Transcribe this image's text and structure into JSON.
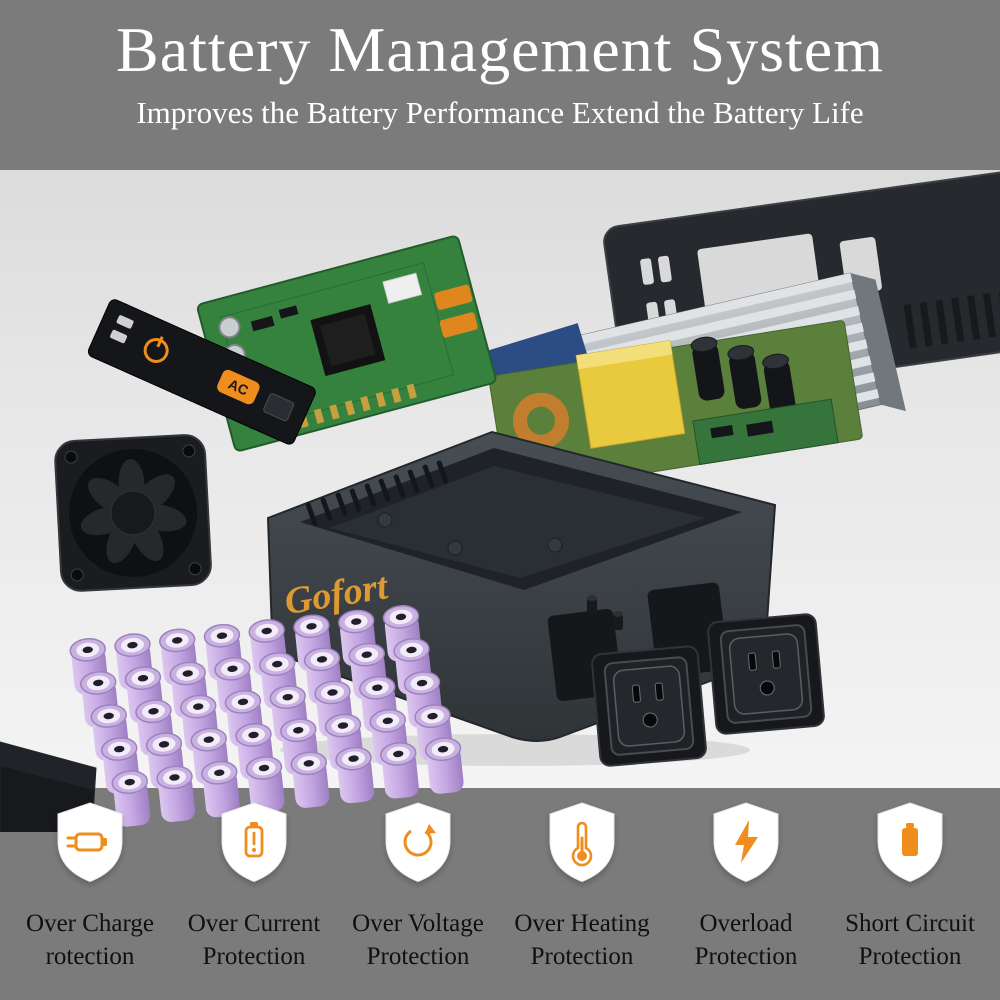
{
  "header": {
    "title": "Battery Management System",
    "subtitle": "Improves the Battery Performance Extend the Battery Life"
  },
  "product": {
    "brand": "Gofort",
    "panel_ac_label": "AC"
  },
  "features": [
    {
      "icon": "over-charge-shield-icon",
      "line1": "Over Charge",
      "line2": "rotection"
    },
    {
      "icon": "over-current-shield-icon",
      "line1": "Over Current",
      "line2": "Protection"
    },
    {
      "icon": "over-voltage-shield-icon",
      "line1": "Over Voltage",
      "line2": "Protection"
    },
    {
      "icon": "over-heating-shield-icon",
      "line1": "Over Heating",
      "line2": "Protection"
    },
    {
      "icon": "overload-shield-icon",
      "line1": "Overload",
      "line2": "Protection"
    },
    {
      "icon": "short-circuit-shield-icon",
      "line1": "Short Circuit",
      "line2": "Protection"
    }
  ],
  "colors": {
    "band_gray": "#7b7b7b",
    "accent_orange": "#ef8d1d",
    "brand_gold": "#dd9a33",
    "battery_lavender": "#c3a6e2",
    "pcb_green": "#35823f"
  }
}
